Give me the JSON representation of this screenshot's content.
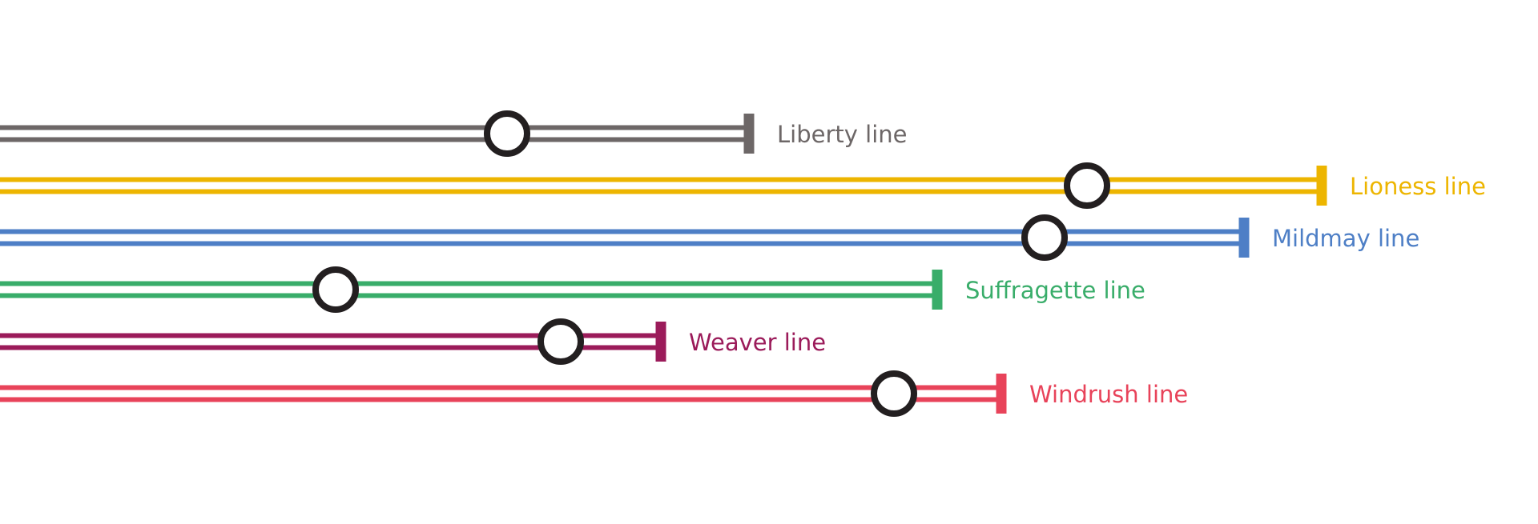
{
  "lines": [
    {
      "id": "liberty",
      "label": "Liberty line",
      "color": "#6d6767"
    },
    {
      "id": "lioness",
      "label": "Lioness line",
      "color": "#edb500"
    },
    {
      "id": "mildmay",
      "label": "Mildmay line",
      "color": "#4e7fc6"
    },
    {
      "id": "suffragette",
      "label": "Suffragette line",
      "color": "#39ad6a"
    },
    {
      "id": "weaver",
      "label": "Weaver line",
      "color": "#9b1b5a"
    },
    {
      "id": "windrush",
      "label": "Windrush line",
      "color": "#e8435a"
    }
  ],
  "station_marker": {
    "stroke": "#231f20",
    "fill": "#ffffff"
  },
  "background": "#ffffff"
}
